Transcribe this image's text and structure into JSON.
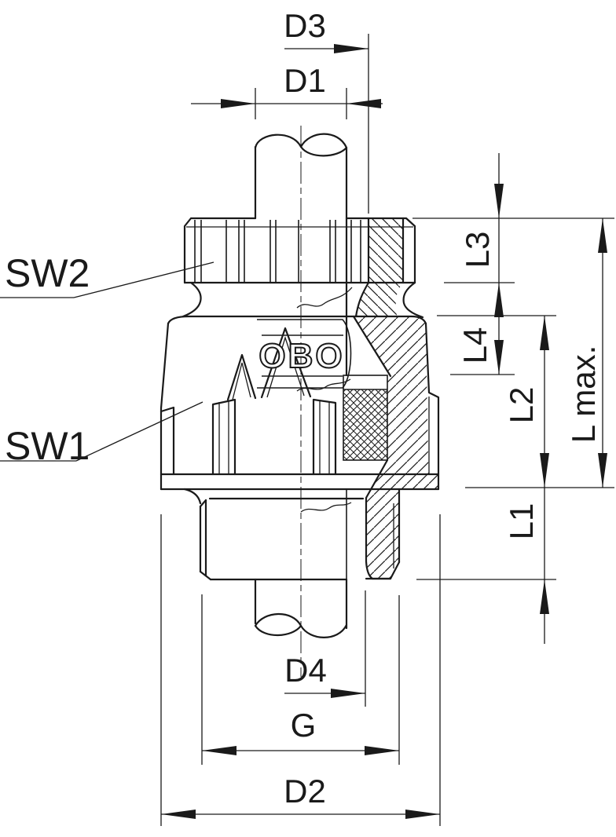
{
  "drawing": {
    "logo_text": "OBO",
    "dimension_labels": {
      "d3": "D3",
      "d1": "D1",
      "sw2": "SW2",
      "sw1": "SW1",
      "l3": "L3",
      "l4": "L4",
      "l2": "L2",
      "l1": "L1",
      "l_max": "L max.",
      "d4": "D4",
      "g": "G",
      "d2": "D2"
    },
    "colors": {
      "line": "#1a1a1a",
      "background": "#ffffff"
    }
  }
}
